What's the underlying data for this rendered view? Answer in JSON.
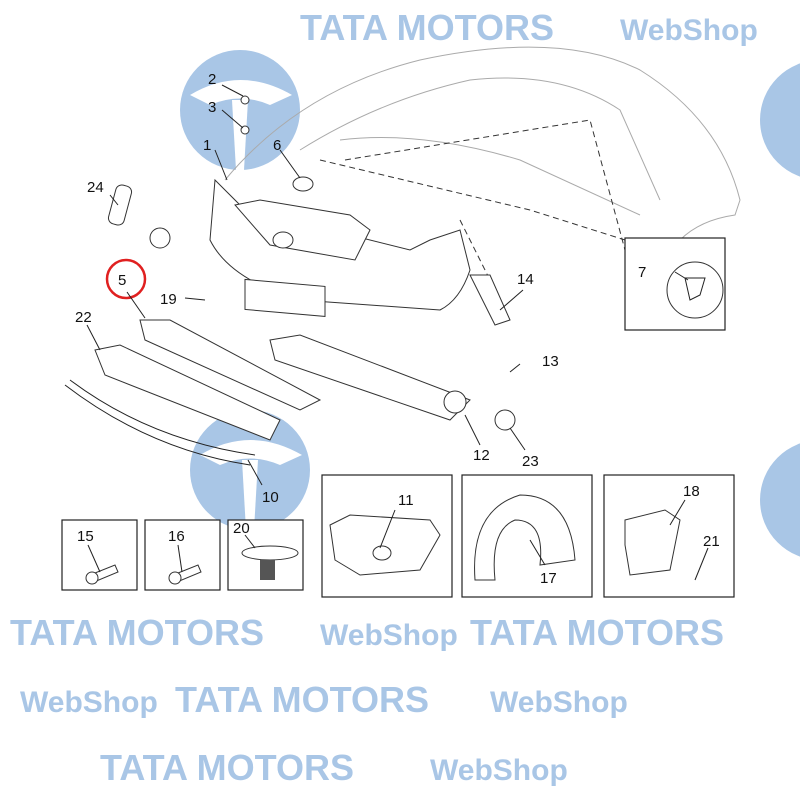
{
  "watermark": {
    "brand": "TATA MOTORS",
    "sub": "WebShop",
    "color": "#a9c6e6"
  },
  "highlight": {
    "part": "5",
    "color": "#e02020"
  },
  "callouts": {
    "p1": "1",
    "p2": "2",
    "p3": "3",
    "p5": "5",
    "p6": "6",
    "p7": "7",
    "p10": "10",
    "p11": "11",
    "p12": "12",
    "p13": "13",
    "p14": "14",
    "p15": "15",
    "p16": "16",
    "p17": "17",
    "p18": "18",
    "p19": "19",
    "p20": "20",
    "p21": "21",
    "p22": "22",
    "p23": "23",
    "p24": "24"
  }
}
